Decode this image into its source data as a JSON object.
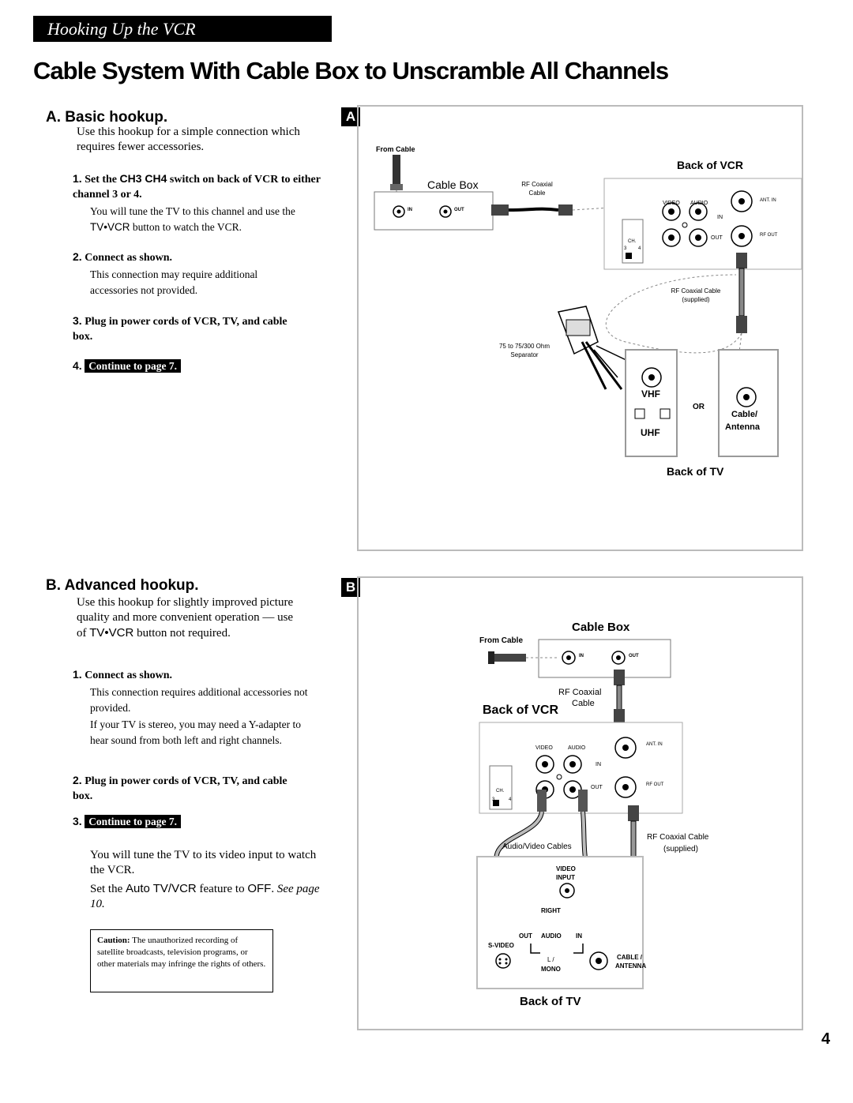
{
  "header": {
    "section_band": "Hooking Up the VCR"
  },
  "title": "Cable System With Cable Box to Unscramble All Channels",
  "page_number": "4",
  "section_a": {
    "heading": "A.  Basic hookup.",
    "intro": "Use this hookup for a simple connection which requires fewer accessories.",
    "step1_num": "1.",
    "step1_a": "Set the ",
    "step1_kw": "CH3 CH4",
    "step1_b": " switch on back of VCR to either channel 3 or 4.",
    "step1_note_a": "You will tune the TV to this channel and use the ",
    "step1_note_kw": "TV•VCR",
    "step1_note_b": " button to watch the VCR.",
    "step2_num": "2.",
    "step2": "Connect as shown.",
    "step2_note": "This connection may require additional accessories not provided.",
    "step3_num": "3.",
    "step3": "Plug in power cords of VCR, TV, and cable box.",
    "step4_num": "4.",
    "step4": "Continue to page 7."
  },
  "section_b": {
    "heading": "B.  Advanced hookup.",
    "intro_a": "Use this hookup for slightly improved picture quality and more convenient operation — use of ",
    "intro_kw": "TV•VCR",
    "intro_b": " button not required.",
    "step1_num": "1.",
    "step1": "Connect as shown.",
    "step1_note1": "This connection requires additional accessories not provided.",
    "step1_note2": "If your TV is stereo, you may need a Y-adapter to hear sound from both left and right channels.",
    "step2_num": "2.",
    "step2": "Plug in power cords of VCR, TV, and cable box.",
    "step3_num": "3.",
    "step3": "Continue to page 7.",
    "after1": "You will tune the TV to its video input to watch the VCR.",
    "after2_a": "Set the ",
    "after2_kw": "Auto TV/VCR",
    "after2_b": " feature to ",
    "after2_kw2": "OFF",
    "after2_c": ". ",
    "after2_italic": "See page 10.",
    "caution_label": "Caution:",
    "caution_text": " The unauthorized recording of satellite broadcasts, television programs, or other materials may infringe the rights of others."
  },
  "diagram_a": {
    "box_label": "A",
    "from_cable": "From Cable",
    "cable_box": "Cable Box",
    "rf_coaxial": "RF Coaxial",
    "cable": "Cable",
    "in": "IN",
    "out": "OUT",
    "back_of_vcr": "Back of VCR",
    "video": "VIDEO",
    "audio": "AUDIO",
    "ant_in": "ANT. IN",
    "rf_out": "RF OUT",
    "vcr_in": "IN",
    "vcr_out": "OUT",
    "ch": "CH.",
    "ch3": "3",
    "ch4": "4",
    "rf_coax_cable": "RF Coaxial Cable",
    "supplied": "(supplied)",
    "separator1": "75 to 75/300 Ohm",
    "separator2": "Separator",
    "vhf": "VHF",
    "uhf": "UHF",
    "or": "OR",
    "cable_ant1": "Cable/",
    "cable_ant2": "Antenna",
    "back_of_tv": "Back of TV"
  },
  "diagram_b": {
    "box_label": "B",
    "cable_box": "Cable Box",
    "from_cable": "From Cable",
    "in": "IN",
    "out": "OUT",
    "rf_coaxial": "RF Coaxial",
    "cable": "Cable",
    "back_of_vcr": "Back of VCR",
    "video": "VIDEO",
    "audio": "AUDIO",
    "ant_in": "ANT. IN",
    "rf_out": "RF OUT",
    "vcr_in": "IN",
    "vcr_out": "OUT",
    "ch": "CH.",
    "ch3": "3",
    "ch4": "4",
    "av_cables": "Audio/Video Cables",
    "rf_coax_cable": "RF Coaxial Cable",
    "supplied": "(supplied)",
    "video_input1": "VIDEO",
    "video_input2": "INPUT",
    "right": "RIGHT",
    "out_lbl": "OUT",
    "audio_lbl": "AUDIO",
    "in_lbl": "IN",
    "s_video": "S-VIDEO",
    "l": "L /",
    "mono": "MONO",
    "cable_ant1": "CABLE /",
    "cable_ant2": "ANTENNA",
    "back_of_tv": "Back of TV"
  }
}
